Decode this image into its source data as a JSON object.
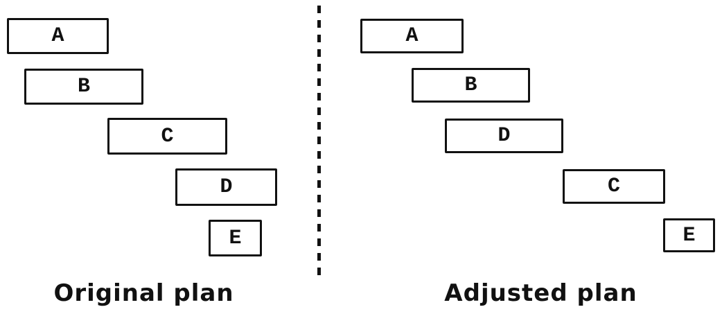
{
  "figure": {
    "colors": {
      "stroke": "#111111",
      "background": "#ffffff"
    },
    "divider": "dashed-vertical-line",
    "panels": [
      {
        "caption": "Original plan",
        "bars": [
          {
            "label": "A"
          },
          {
            "label": "B"
          },
          {
            "label": "C"
          },
          {
            "label": "D"
          },
          {
            "label": "E"
          }
        ]
      },
      {
        "caption": "Adjusted plan",
        "bars": [
          {
            "label": "A"
          },
          {
            "label": "B"
          },
          {
            "label": "D"
          },
          {
            "label": "C"
          },
          {
            "label": "E"
          }
        ]
      }
    ]
  }
}
